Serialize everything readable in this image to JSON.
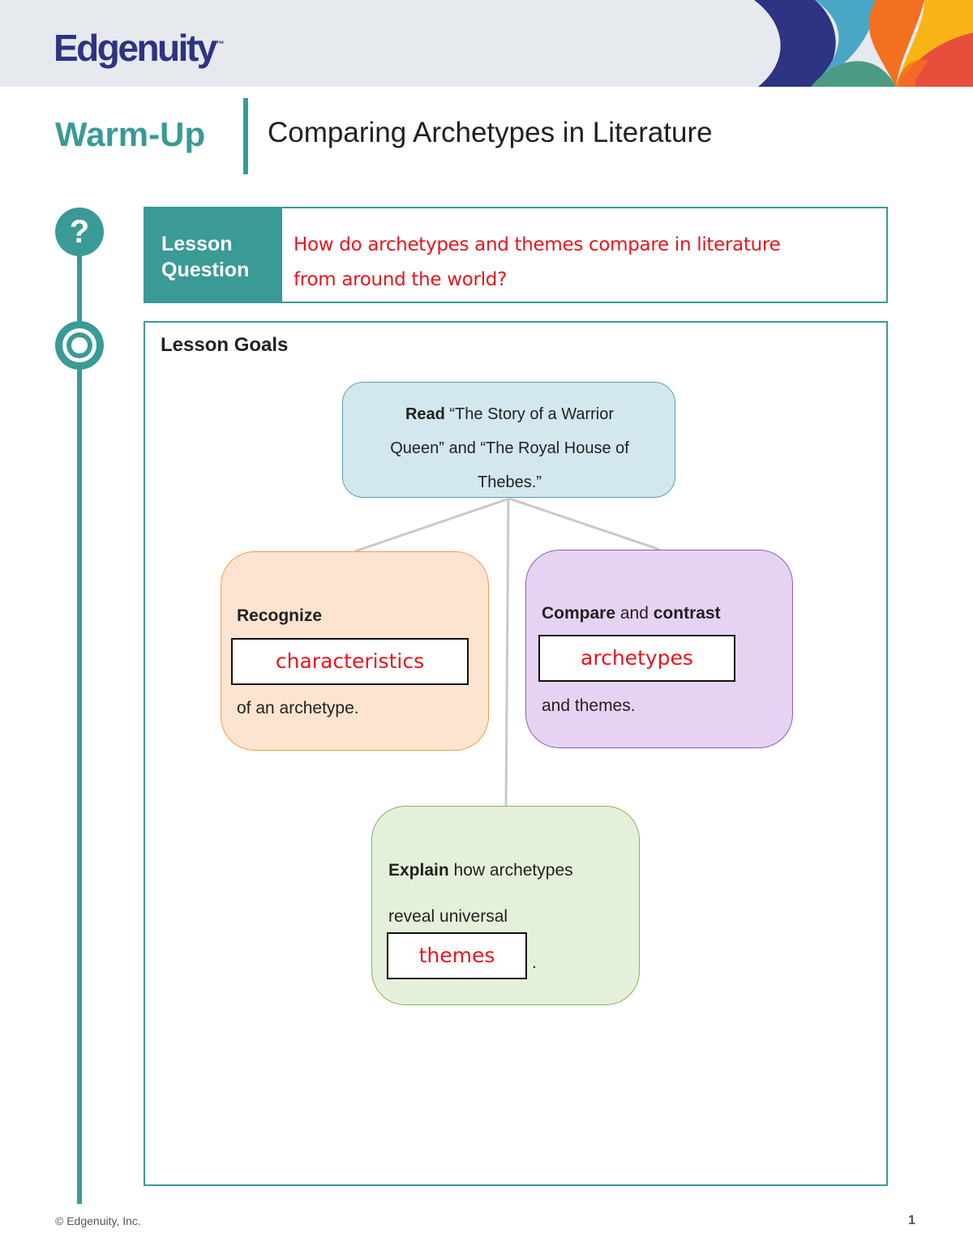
{
  "header": {
    "logo_text": "Edgenuity",
    "logo_mark": "™",
    "colors": {
      "background": "#e6e9ee",
      "logo": "#2e3382"
    }
  },
  "title": {
    "section": "Warm-Up",
    "main": "Comparing Archetypes in Literature",
    "accent_color": "#3a9a96"
  },
  "lesson_question": {
    "label_line1": "Lesson",
    "label_line2": "Question",
    "answer_line1": "How do archetypes and themes compare in literature",
    "answer_line2": "from around the world?",
    "answer_color": "#e8141c"
  },
  "icons": {
    "question": "?",
    "goals": "target-icon"
  },
  "lesson_goals": {
    "heading": "Lesson Goals",
    "read_node": {
      "bold": "Read",
      "line1": " “The Story of a Warrior",
      "line2": "Queen” and “The Royal House of",
      "line3": "Thebes.”"
    },
    "recognize_node": {
      "bold": "Recognize",
      "blank": "characteristics",
      "after": "of an archetype."
    },
    "compare_node": {
      "bold1": "Compare",
      "mid": " and ",
      "bold2": "contrast",
      "blank": "archetypes",
      "after": "and themes."
    },
    "explain_node": {
      "bold": "Explain",
      "line1": " how archetypes",
      "line2": "reveal universal",
      "blank": "themes",
      "period": "."
    }
  },
  "footer": {
    "copyright": "© Edgenuity, Inc.",
    "page_number": "1"
  }
}
